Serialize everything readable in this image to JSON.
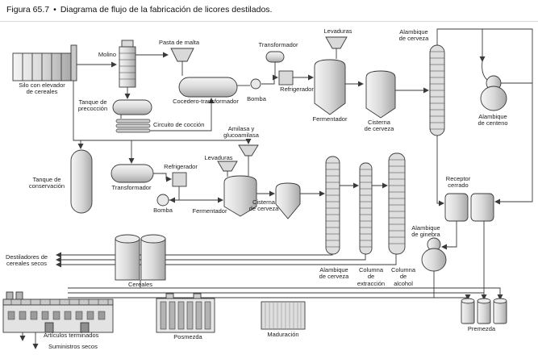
{
  "title": {
    "figure": "Figura 65.7",
    "bullet": "•",
    "caption": "Diagrama de flujo de la fabricación de licores destilados."
  },
  "labels": {
    "silo": "Silo con elevador\nde cereales",
    "molino": "Molino",
    "pasta_de_malta": "Pasta de malta",
    "transformador_1": "Transformador",
    "levaduras_1": "Levaduras",
    "alambique_cerveza_1": "Alambique\nde cerveza",
    "alambique_centeno": "Alambique\nde centeno",
    "tanque_precoccion": "Tanque de\nprecocción",
    "circuito_coccion": "Circuito de cocción",
    "cocedero_transformador": "Cocedero-transformador",
    "bomba_1": "Bomba",
    "refrigerador_1": "Refrigerador",
    "fermentador_1": "Fermentador",
    "cisterna_cerveza_1": "Cisterna\nde cerveza",
    "amilasa": "Amilasa y\nglucoamilasa",
    "tanque_conservacion": "Tanque de\nconservación",
    "transformador_2": "Transformador",
    "refrigerador_2": "Refrigerador",
    "levaduras_2": "Levaduras",
    "bomba_2": "Bomba",
    "fermentador_2": "Fermentador",
    "cisterna_cerveza_2": "Cisterna\nde cerveza",
    "alambique_cerveza_2": "Alambique\nde cerveza",
    "columna_extraccion": "Columna\nde\nextracción",
    "columna_alcohol": "Columna\nde\nalcohol",
    "receptor_cerrado": "Receptor\ncerrado",
    "alambique_ginebra": "Alambique\nde ginebra",
    "destiladores": "Destiladores de\ncereales secos",
    "cereales": "Cereales",
    "articulos_terminados": "Artículos terminados",
    "suministros_secos": "Suministros secos",
    "posmezda": "Posmezda",
    "maduracion": "Maduración",
    "premezda": "Premezda"
  },
  "colors": {
    "line": "#3a3a3a",
    "vessel_fill": "#d9d9d9",
    "background": "#ffffff"
  }
}
